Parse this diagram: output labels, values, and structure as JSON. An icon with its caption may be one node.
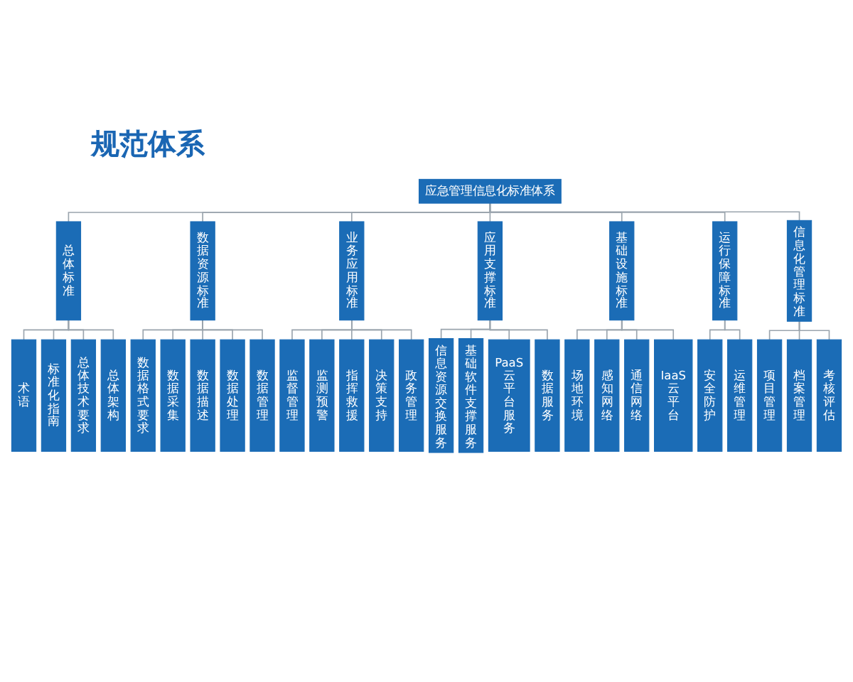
{
  "diagram": {
    "title": "规范体系",
    "nodes": [
      {
        "text": [
          "应急管理信息化标准体系"
        ]
      },
      {
        "text": [
          "总体标准"
        ]
      },
      {
        "text": [
          "数据资源标准"
        ]
      },
      {
        "text": [
          "业务应用标准"
        ]
      },
      {
        "text": [
          "应用支撑标准"
        ]
      },
      {
        "text": [
          "基础设施标准"
        ]
      },
      {
        "text": [
          "运行保障标准"
        ]
      },
      {
        "text": [
          "信息化管理标准"
        ]
      },
      {
        "text": [
          "术语"
        ]
      },
      {
        "text": [
          "标准化指南"
        ]
      },
      {
        "text": [
          "总体技术要求"
        ]
      },
      {
        "text": [
          "总体架构"
        ]
      },
      {
        "text": [
          "数据格式要求"
        ]
      },
      {
        "text": [
          "数据采集"
        ]
      },
      {
        "text": [
          "数据描述"
        ]
      },
      {
        "text": [
          "数据处理"
        ]
      },
      {
        "text": [
          "数据管理"
        ]
      },
      {
        "text": [
          "监督管理"
        ]
      },
      {
        "text": [
          "监测预警"
        ]
      },
      {
        "text": [
          "指挥救援"
        ]
      },
      {
        "text": [
          "决策支持"
        ]
      },
      {
        "text": [
          "政务管理"
        ]
      },
      {
        "text": [
          "信息资源交换服务"
        ]
      },
      {
        "text": [
          "基础软件支撑服务"
        ]
      },
      {
        "text": [
          "PaaS云平台服务"
        ]
      },
      {
        "text": [
          "数据服务"
        ]
      },
      {
        "text": [
          "场地环境"
        ]
      },
      {
        "text": [
          "感知网络"
        ]
      },
      {
        "text": [
          "通信网络"
        ]
      },
      {
        "text": [
          "IaaS云平台"
        ]
      },
      {
        "text": [
          "安全防护"
        ]
      },
      {
        "text": [
          "运维管理"
        ]
      },
      {
        "text": [
          "项目管理"
        ]
      },
      {
        "text": [
          "档案管理"
        ]
      },
      {
        "text": [
          "考核评估"
        ]
      }
    ],
    "edges": [
      {
        "from": 0,
        "to": 1,
        "arrow": "none"
      },
      {
        "from": 0,
        "to": 2,
        "arrow": "none"
      },
      {
        "from": 0,
        "to": 3,
        "arrow": "none"
      },
      {
        "from": 0,
        "to": 4,
        "arrow": "none"
      },
      {
        "from": 0,
        "to": 5,
        "arrow": "none"
      },
      {
        "from": 0,
        "to": 6,
        "arrow": "none"
      },
      {
        "from": 0,
        "to": 7,
        "arrow": "none"
      },
      {
        "from": 1,
        "to": 8,
        "arrow": "none"
      },
      {
        "from": 1,
        "to": 9,
        "arrow": "none"
      },
      {
        "from": 1,
        "to": 10,
        "arrow": "none"
      },
      {
        "from": 1,
        "to": 11,
        "arrow": "none"
      },
      {
        "from": 2,
        "to": 12,
        "arrow": "none"
      },
      {
        "from": 2,
        "to": 13,
        "arrow": "none"
      },
      {
        "from": 2,
        "to": 14,
        "arrow": "none"
      },
      {
        "from": 2,
        "to": 15,
        "arrow": "none"
      },
      {
        "from": 2,
        "to": 16,
        "arrow": "none"
      },
      {
        "from": 3,
        "to": 17,
        "arrow": "none"
      },
      {
        "from": 3,
        "to": 18,
        "arrow": "none"
      },
      {
        "from": 3,
        "to": 19,
        "arrow": "none"
      },
      {
        "from": 3,
        "to": 20,
        "arrow": "none"
      },
      {
        "from": 3,
        "to": 21,
        "arrow": "none"
      },
      {
        "from": 4,
        "to": 22,
        "arrow": "none"
      },
      {
        "from": 4,
        "to": 23,
        "arrow": "none"
      },
      {
        "from": 4,
        "to": 24,
        "arrow": "none"
      },
      {
        "from": 4,
        "to": 25,
        "arrow": "none"
      },
      {
        "from": 5,
        "to": 26,
        "arrow": "none"
      },
      {
        "from": 5,
        "to": 27,
        "arrow": "none"
      },
      {
        "from": 5,
        "to": 28,
        "arrow": "none"
      },
      {
        "from": 5,
        "to": 29,
        "arrow": "none"
      },
      {
        "from": 6,
        "to": 30,
        "arrow": "none"
      },
      {
        "from": 6,
        "to": 31,
        "arrow": "none"
      },
      {
        "from": 7,
        "to": 32,
        "arrow": "none"
      },
      {
        "from": 7,
        "to": 33,
        "arrow": "none"
      },
      {
        "from": 7,
        "to": 34,
        "arrow": "none"
      }
    ]
  }
}
